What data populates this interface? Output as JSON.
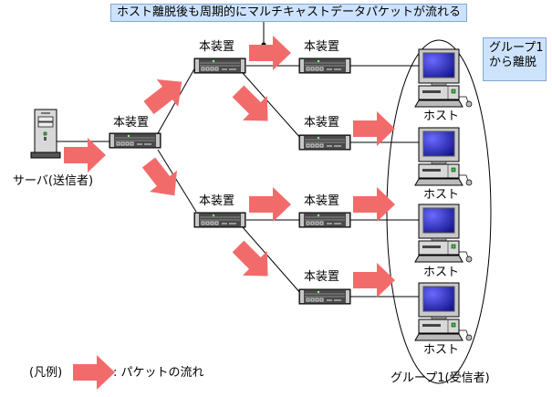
{
  "colors": {
    "arrow": "#f26b6b",
    "callout_bg": "#cde3fb",
    "callout_border": "#7fa7d6",
    "device_body": "#4a4a4a",
    "device_frame": "#c0c0c0",
    "screen": "#2a2ad0"
  },
  "callouts": {
    "top_note": "ホスト離脱後も周期的にマルチキャストデータパケットが流れる",
    "leave_note_line1": "グループ1",
    "leave_note_line2": "から離脱"
  },
  "server": {
    "label": "サーバ(送信者)",
    "icon": "server-tower-icon"
  },
  "devices": [
    {
      "id": "root",
      "label": "本装置",
      "icon": "switch-device-icon"
    },
    {
      "id": "upper",
      "label": "本装置",
      "icon": "switch-device-icon"
    },
    {
      "id": "lower",
      "label": "本装置",
      "icon": "switch-device-icon"
    },
    {
      "id": "leaf1",
      "label": "本装置",
      "icon": "switch-device-icon"
    },
    {
      "id": "leaf2",
      "label": "本装置",
      "icon": "switch-device-icon"
    },
    {
      "id": "leaf3",
      "label": "本装置",
      "icon": "switch-device-icon"
    },
    {
      "id": "leaf4",
      "label": "本装置",
      "icon": "switch-device-icon"
    }
  ],
  "hosts": [
    {
      "label": "ホスト",
      "icon": "desktop-pc-icon"
    },
    {
      "label": "ホスト",
      "icon": "desktop-pc-icon"
    },
    {
      "label": "ホスト",
      "icon": "desktop-pc-icon"
    },
    {
      "label": "ホスト",
      "icon": "desktop-pc-icon"
    }
  ],
  "group": {
    "label": "グループ1(受信者)"
  },
  "legend": {
    "prefix": "(凡例)",
    "description": ": パケットの流れ"
  }
}
